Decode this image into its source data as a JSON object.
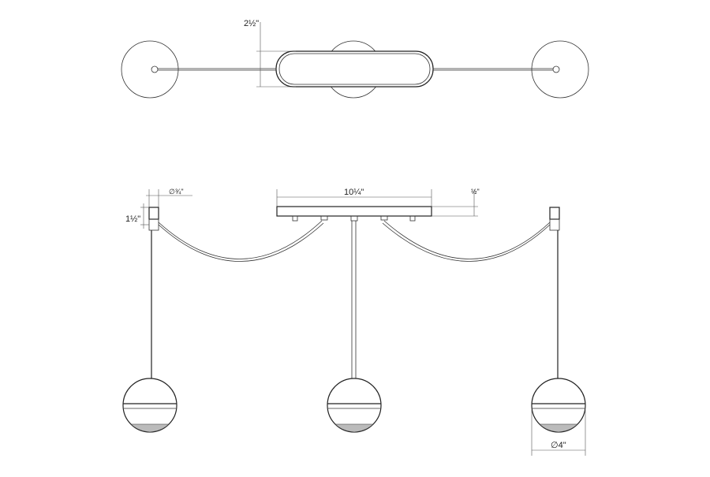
{
  "dimensions": {
    "canopy_depth": "2½\"",
    "canopy_width": "10¼\"",
    "canopy_height": "½\"",
    "mount_diameter": "∅¾\"",
    "mount_height": "1½\"",
    "globe_diameter": "∅4\""
  },
  "colors": {
    "line": "#222222",
    "background": "#ffffff"
  }
}
